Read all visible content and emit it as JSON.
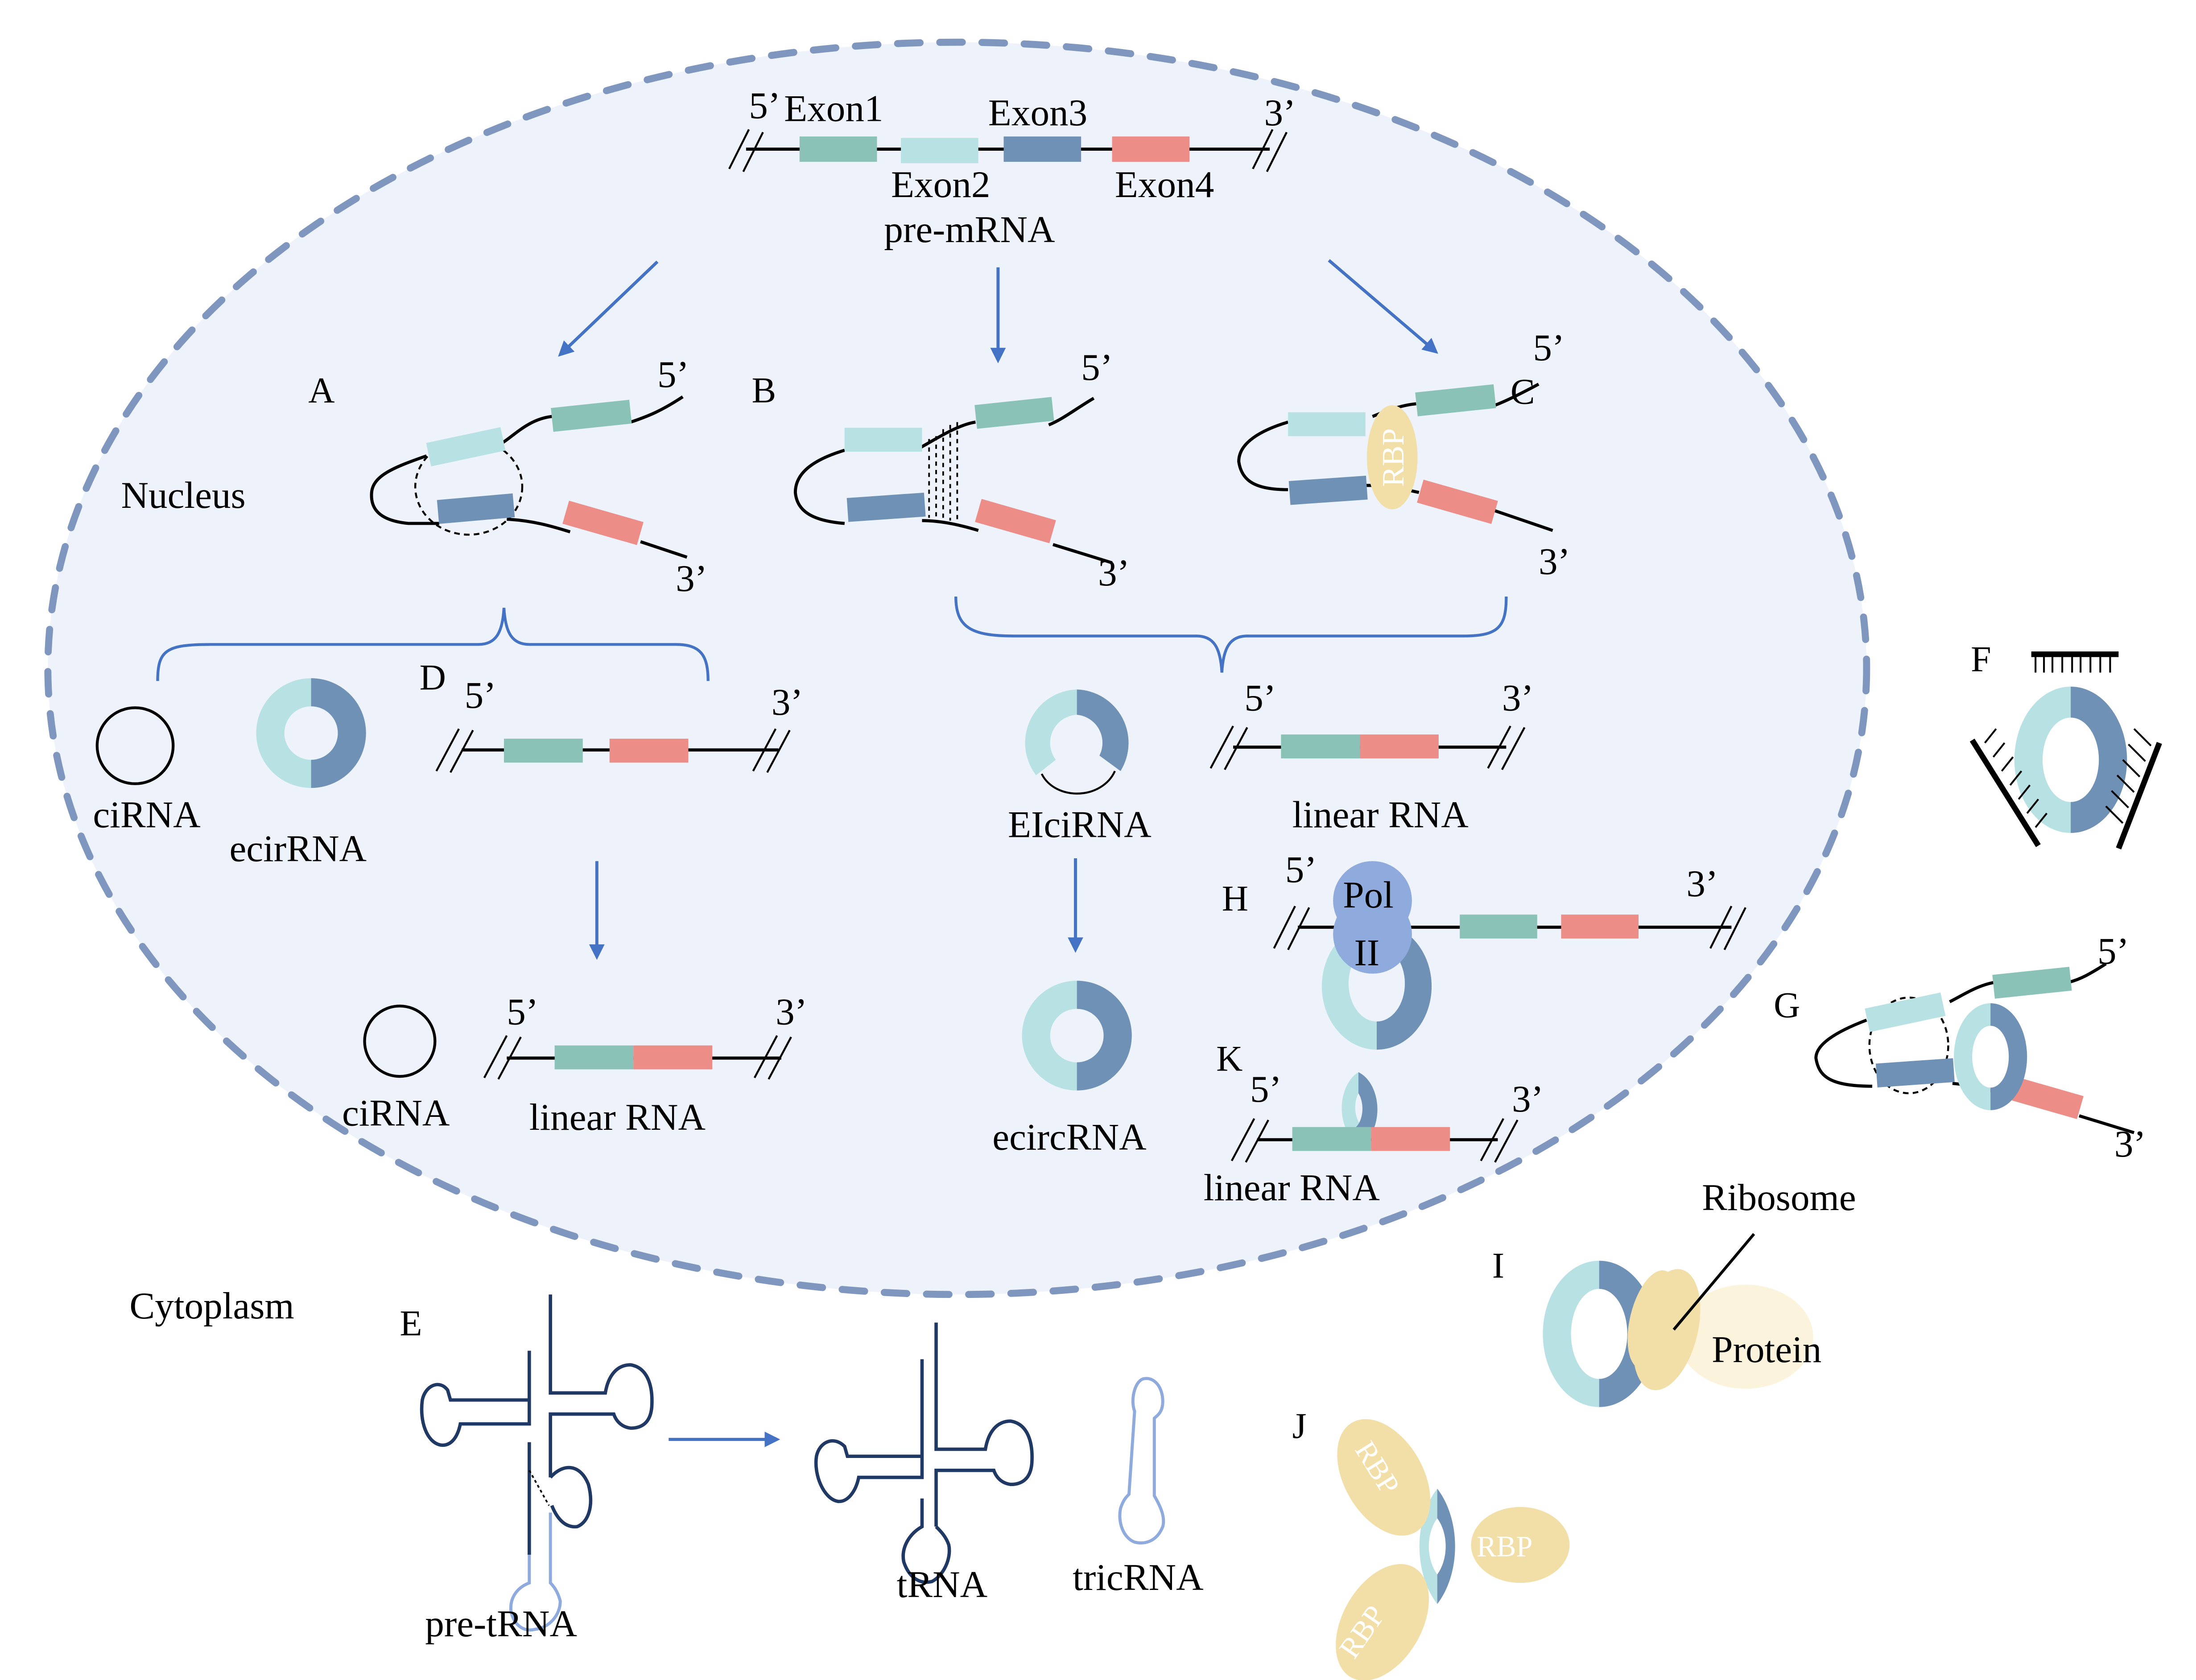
{
  "colors": {
    "exon1": "#8ac2b7",
    "exon2": "#b8e1e4",
    "exon3": "#6f91b5",
    "exon4": "#ed8d87",
    "nucleus_fill": "#edf2fb",
    "nucleus_border": "#7f96be",
    "arrow": "#4472c4",
    "rbp": "#f2dfa8",
    "protein": "#fbf3dc",
    "pol2": "#8faadc",
    "trna": "#1f3864",
    "trna_light": "#8faadc"
  },
  "compartments": {
    "nucleus": "Nucleus",
    "cytoplasm": "Cytoplasm"
  },
  "pre_mrna": {
    "five_prime": "5’",
    "three_prime": "3’",
    "exon1": "Exon1",
    "exon2": "Exon2",
    "exon3": "Exon3",
    "exon4": "Exon4",
    "label": "pre-mRNA"
  },
  "panels": {
    "A": {
      "letter": "A",
      "five_prime": "5’",
      "three_prime": "3’"
    },
    "B": {
      "letter": "B",
      "five_prime": "5’",
      "three_prime": "3’"
    },
    "C": {
      "letter": "C",
      "five_prime": "5’",
      "three_prime": "3’",
      "rbp": "RBP"
    },
    "D": {
      "letter": "D",
      "five_prime": "5’",
      "three_prime": "3’",
      "cirna": "ciRNA",
      "ecirna": "ecirRNA",
      "cirna2": "ciRNA",
      "linear2_5": "5’",
      "linear2_3": "3’",
      "linear2": "linear RNA"
    },
    "EI": {
      "eicirna": "EIciRNA",
      "linear": "linear RNA",
      "five_prime": "5’",
      "three_prime": "3’",
      "ecircrna": "ecircRNA"
    },
    "E": {
      "letter": "E",
      "pre_trna": "pre-tRNA",
      "trna": "tRNA",
      "tricrna": "tricRNA"
    },
    "F": {
      "letter": "F"
    },
    "G": {
      "letter": "G",
      "five_prime": "5’",
      "three_prime": "3’"
    },
    "H": {
      "letter": "H",
      "five_prime": "5’",
      "three_prime": "3’",
      "pol1": "Pol",
      "pol2": "II"
    },
    "I": {
      "letter": "I",
      "ribosome": "Ribosome",
      "protein": "Protein"
    },
    "J": {
      "letter": "J",
      "rbp1": "RBP",
      "rbp2": "RBP",
      "rbp3": "RBP"
    },
    "K": {
      "letter": "K",
      "five_prime": "5’",
      "three_prime": "3’",
      "linear": "linear RNA"
    }
  }
}
